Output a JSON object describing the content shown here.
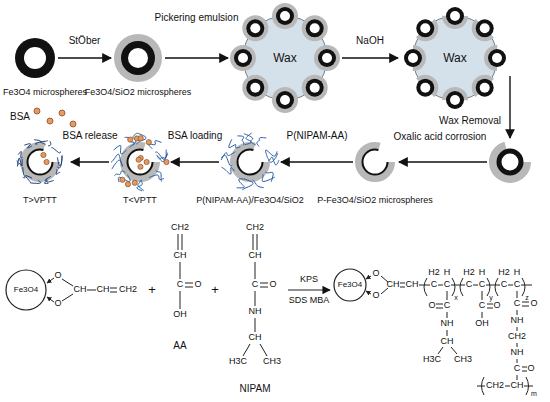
{
  "diagram": {
    "nodes": [
      {
        "text": [
          "Fe3O4 microspheres"
        ]
      },
      {
        "text": [
          "Fe3O4/SiO2 microspheres"
        ]
      },
      {
        "text": [
          "Wax"
        ]
      },
      {
        "text": [
          "Wax"
        ]
      },
      {
        "text": [
          "P-Fe3O4/SiO2 microspheres"
        ]
      },
      {
        "text": [
          "P(NIPAM-AA)/Fe3O4/SiO2"
        ]
      },
      {
        "text": [
          "T<VPTT"
        ]
      },
      {
        "text": [
          "T>VPTT"
        ]
      }
    ],
    "edges": [
      {
        "from": 0,
        "to": 1,
        "label": "StÖber",
        "arrow": "to"
      },
      {
        "from": 1,
        "to": 2,
        "label": "Pickering emulsion",
        "arrow": "to"
      },
      {
        "from": 2,
        "to": 3,
        "label": "NaOH",
        "arrow": "to"
      },
      {
        "from": 4,
        "to": 5,
        "label": "P(NIPAM-AA)",
        "arrow": "to"
      },
      {
        "from": 5,
        "to": 6,
        "label": "BSA loading",
        "arrow": "to"
      },
      {
        "from": 6,
        "to": 7,
        "label": "BSA release",
        "arrow": "to"
      }
    ],
    "labels": [
      "Wax Removal",
      "Oxalic acid corrosion",
      "BSA",
      "Fe3O4",
      "O",
      "O",
      "CH",
      "CH",
      "CH2",
      "+",
      "CH2",
      "CH",
      "C",
      "O",
      "OH",
      "AA",
      "+",
      "CH2",
      "CH",
      "C",
      "O",
      "NH",
      "CH",
      "H3C",
      "CH3",
      "NIPAM",
      "KPS",
      "SDS MBA",
      "Fe3O4",
      "O",
      "O",
      "CH",
      "CH",
      "H2",
      "C",
      "H",
      "C",
      "x",
      "H2",
      "C",
      "H",
      "C",
      "y",
      "H2",
      "C",
      "H",
      "C",
      "z",
      "C",
      "O",
      "NH",
      "CH",
      "H3C",
      "CH3",
      "C",
      "O",
      "OH",
      "C",
      "O",
      "NH",
      "CH2",
      "NH",
      "C",
      "O",
      "CH",
      "CH2",
      "m"
    ]
  }
}
